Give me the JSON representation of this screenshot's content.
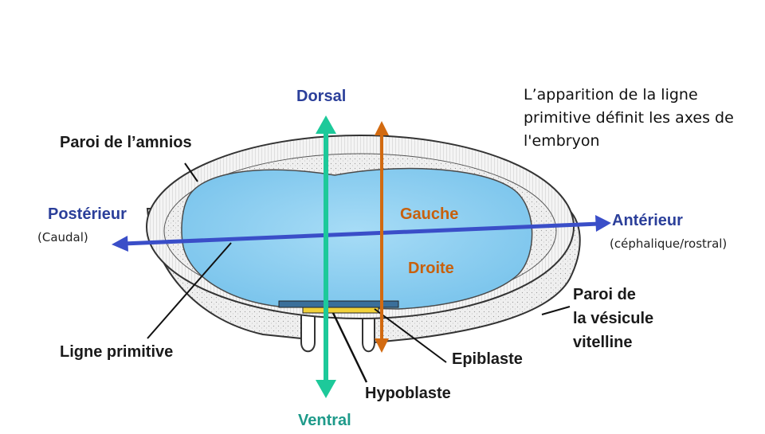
{
  "caption": {
    "lines": [
      "L’apparition de la ligne",
      "primitive définit les axes de",
      "l'embryon"
    ]
  },
  "axes": {
    "dorsal": "Dorsal",
    "ventral": "Ventral",
    "posterieur": "Postérieur",
    "caudal": "(Caudal)",
    "anterieur": "Antérieur",
    "cephalique": "(céphalique/rostral)",
    "gauche": "Gauche",
    "droite": "Droite"
  },
  "structures": {
    "paroi_amnios": "Paroi de l’amnios",
    "ligne_primitive": "Ligne primitive",
    "epiblaste": "Epiblaste",
    "hypoblaste": "Hypoblaste",
    "paroi_vesicule": [
      "Paroi de",
      "la vésicule",
      "vitelline"
    ]
  },
  "colors": {
    "dorsal_ventral_axis": "#1dc99a",
    "anterior_posterior_axis": "#3a4ec8",
    "left_right_axis": "#d26a10",
    "axis_label_blue": "#2b3f9a",
    "axis_label_orange": "#c8600c",
    "axis_label_teal": "#1e9a8a",
    "amniotic_cavity": "#8fd0f2"
  }
}
